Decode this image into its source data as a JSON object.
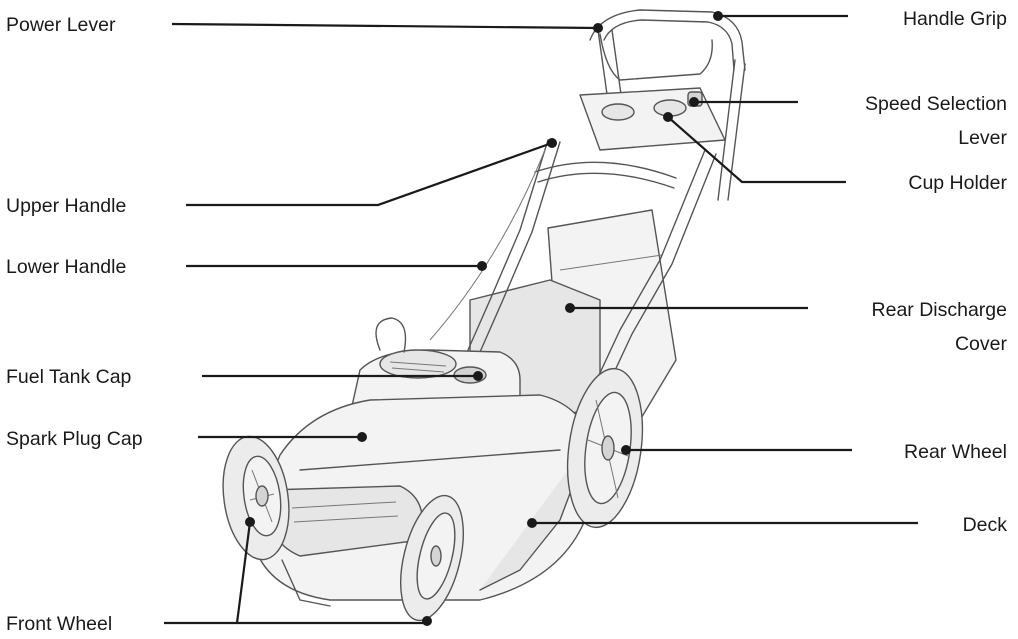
{
  "labels": {
    "power_lever": "Power Lever",
    "handle_grip": "Handle Grip",
    "speed_selection_lever_1": "Speed Selection",
    "speed_selection_lever_2": "Lever",
    "cup_holder": "Cup Holder",
    "upper_handle": "Upper Handle",
    "lower_handle": "Lower Handle",
    "rear_discharge_cover_1": "Rear Discharge",
    "rear_discharge_cover_2": "Cover",
    "fuel_tank_cap": "Fuel Tank Cap",
    "spark_plug_cap": "Spark Plug Cap",
    "rear_wheel": "Rear Wheel",
    "deck": "Deck",
    "front_wheel": "Front Wheel"
  },
  "colors": {
    "line": "#1a1a1a",
    "outline": "#555555",
    "fill": "#f3f3f3"
  }
}
